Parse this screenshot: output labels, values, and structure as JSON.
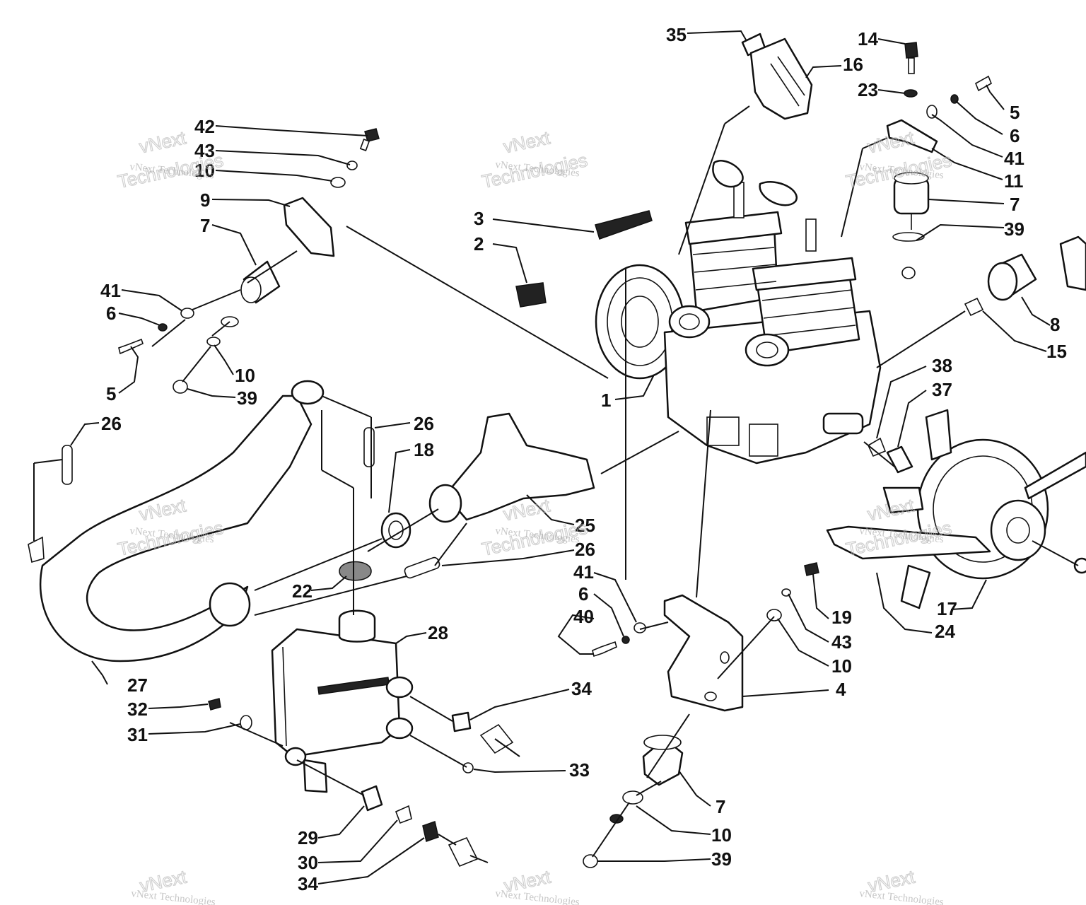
{
  "diagram": {
    "callouts": [
      {
        "id": "c35a",
        "label": "35"
      },
      {
        "id": "c16",
        "label": "16"
      },
      {
        "id": "c14",
        "label": "14"
      },
      {
        "id": "c23",
        "label": "23"
      },
      {
        "id": "c5a",
        "label": "5"
      },
      {
        "id": "c6a",
        "label": "6"
      },
      {
        "id": "c41a",
        "label": "41"
      },
      {
        "id": "c11",
        "label": "11"
      },
      {
        "id": "c7a",
        "label": "7"
      },
      {
        "id": "c39a",
        "label": "39"
      },
      {
        "id": "c8",
        "label": "8"
      },
      {
        "id": "c15",
        "label": "15"
      },
      {
        "id": "c42",
        "label": "42"
      },
      {
        "id": "c43a",
        "label": "43"
      },
      {
        "id": "c10a",
        "label": "10"
      },
      {
        "id": "c9",
        "label": "9"
      },
      {
        "id": "c7b",
        "label": "7"
      },
      {
        "id": "c41b",
        "label": "41"
      },
      {
        "id": "c6b",
        "label": "6"
      },
      {
        "id": "c5b",
        "label": "5"
      },
      {
        "id": "c10b",
        "label": "10"
      },
      {
        "id": "c39b",
        "label": "39"
      },
      {
        "id": "c3",
        "label": "3"
      },
      {
        "id": "c2",
        "label": "2"
      },
      {
        "id": "c1",
        "label": "1"
      },
      {
        "id": "c38",
        "label": "38"
      },
      {
        "id": "c37",
        "label": "37"
      },
      {
        "id": "c26a",
        "label": "26"
      },
      {
        "id": "c26b",
        "label": "26"
      },
      {
        "id": "c18",
        "label": "18"
      },
      {
        "id": "c25",
        "label": "25"
      },
      {
        "id": "c26c",
        "label": "26"
      },
      {
        "id": "c41c",
        "label": "41"
      },
      {
        "id": "c6c",
        "label": "6"
      },
      {
        "id": "c40",
        "label": "40"
      },
      {
        "id": "c19",
        "label": "19"
      },
      {
        "id": "c43b",
        "label": "43"
      },
      {
        "id": "c10c",
        "label": "10"
      },
      {
        "id": "c4",
        "label": "4"
      },
      {
        "id": "c17",
        "label": "17"
      },
      {
        "id": "c24",
        "label": "24"
      },
      {
        "id": "c22",
        "label": "22"
      },
      {
        "id": "c28",
        "label": "28"
      },
      {
        "id": "c27",
        "label": "27"
      },
      {
        "id": "c32",
        "label": "32"
      },
      {
        "id": "c31",
        "label": "31"
      },
      {
        "id": "c34a",
        "label": "34"
      },
      {
        "id": "c33",
        "label": "33"
      },
      {
        "id": "c7c",
        "label": "7"
      },
      {
        "id": "c10d",
        "label": "10"
      },
      {
        "id": "c39c",
        "label": "39"
      },
      {
        "id": "c29",
        "label": "29"
      },
      {
        "id": "c30",
        "label": "30"
      },
      {
        "id": "c34b",
        "label": "34"
      }
    ],
    "watermark": {
      "small_text": "vNext Technologies",
      "big_line_1": "vNext",
      "big_line_2": "Technologies"
    }
  }
}
